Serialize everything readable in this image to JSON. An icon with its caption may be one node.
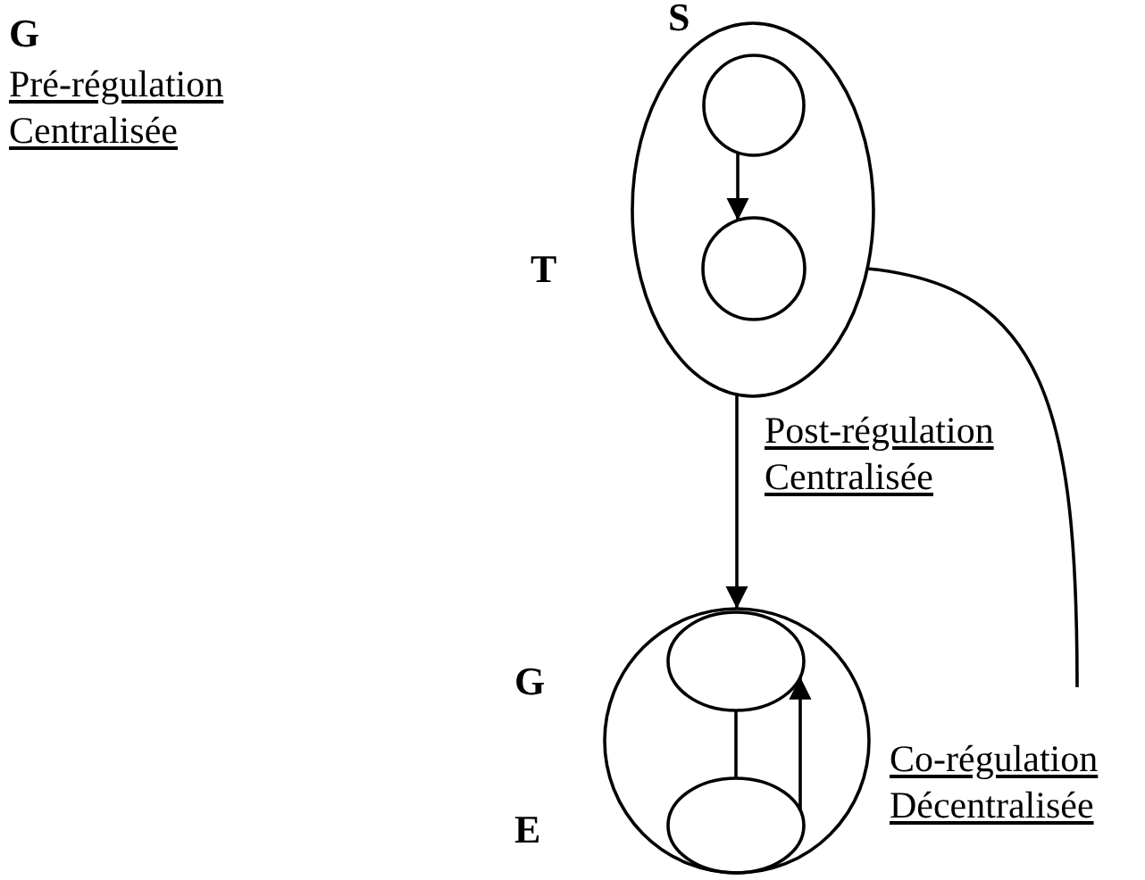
{
  "diagram": {
    "nodes": [
      {
        "text": [],
        "shape": "ellipse"
      },
      {
        "text": [],
        "shape": "circle",
        "in": 0,
        "beside": [
          "S"
        ]
      },
      {
        "text": [],
        "shape": "circle",
        "in": 0,
        "beside": [
          "T"
        ]
      },
      {
        "text": [],
        "shape": "circle"
      },
      {
        "text": [],
        "shape": "ellipse",
        "in": 3,
        "beside": [
          "G"
        ]
      },
      {
        "text": [],
        "shape": "ellipse",
        "in": 3,
        "beside": [
          "E"
        ]
      }
    ],
    "edges": [
      {
        "from": 1,
        "to": 2,
        "arrow": "to"
      },
      {
        "from": 0,
        "to": 3,
        "arrow": "to"
      },
      {
        "from": 5,
        "to": 4,
        "arrow": "none"
      },
      {
        "from": 5,
        "to": 4,
        "arrow": "to"
      },
      {
        "from": 0,
        "to": null,
        "arrow": "none"
      }
    ],
    "labels": [
      "G",
      "Pré-régulation Centralisée",
      "Post-régulation Centralisée",
      "Co-régulation Décentralisée"
    ]
  }
}
